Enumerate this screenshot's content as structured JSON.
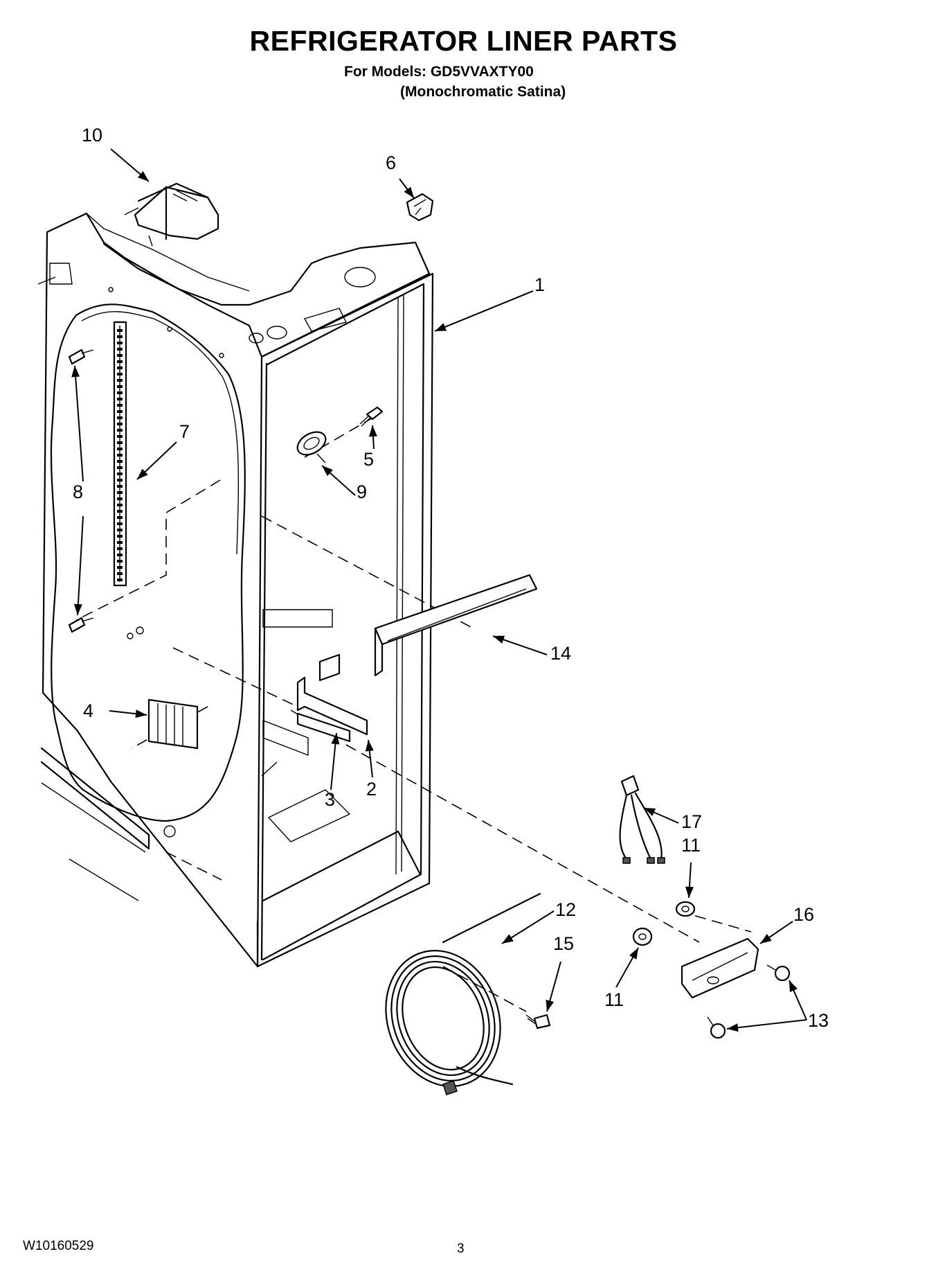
{
  "header": {
    "title": "REFRIGERATOR LINER PARTS",
    "models": "For Models: GD5VVAXTY00",
    "finish": "(Monochromatic Satina)"
  },
  "callouts": {
    "c1": "1",
    "c2": "2",
    "c3": "3",
    "c4": "4",
    "c5": "5",
    "c6": "6",
    "c7": "7",
    "c8": "8",
    "c9": "9",
    "c10": "10",
    "c11a": "11",
    "c11b": "11",
    "c12": "12",
    "c13": "13",
    "c14": "14",
    "c15": "15",
    "c16": "16",
    "c17": "17"
  },
  "footer": {
    "doc_number": "W10160529",
    "page_number": "3"
  }
}
